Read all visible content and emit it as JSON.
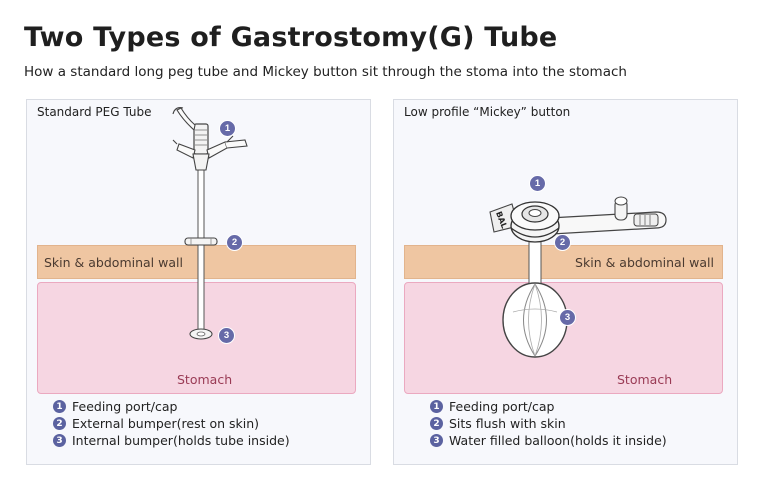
{
  "title": "Two Types of Gastrostomy(G) Tube",
  "subtitle": "How a standard long peg tube and Mickey button sit through the stoma into the stomach",
  "panels": {
    "left": {
      "label": "Standard PEG Tube",
      "skin_label": "Skin & abdominal wall",
      "stomach_label": "Stomach",
      "callouts": [
        "1",
        "2",
        "3"
      ],
      "legend": [
        {
          "num": "1",
          "text": "Feeding port/cap"
        },
        {
          "num": "2",
          "text": "External bumper(rest on skin)"
        },
        {
          "num": "3",
          "text": "Internal bumper(holds tube inside)"
        }
      ]
    },
    "right": {
      "label": "Low profile “Mickey” button",
      "skin_label": "Skin & abdominal wall",
      "stomach_label": "Stomach",
      "device_mark": "BAL",
      "callouts": [
        "1",
        "2",
        "3"
      ],
      "legend": [
        {
          "num": "1",
          "text": "Feeding port/cap"
        },
        {
          "num": "2",
          "text": "Sits flush with skin"
        },
        {
          "num": "3",
          "text": "Water filled balloon(holds it inside)"
        }
      ]
    }
  },
  "colors": {
    "skin": "#efc6a2",
    "stomach": "#f6d6e2",
    "callout": "#666aa8",
    "panel_bg": "#f7f8fc"
  }
}
